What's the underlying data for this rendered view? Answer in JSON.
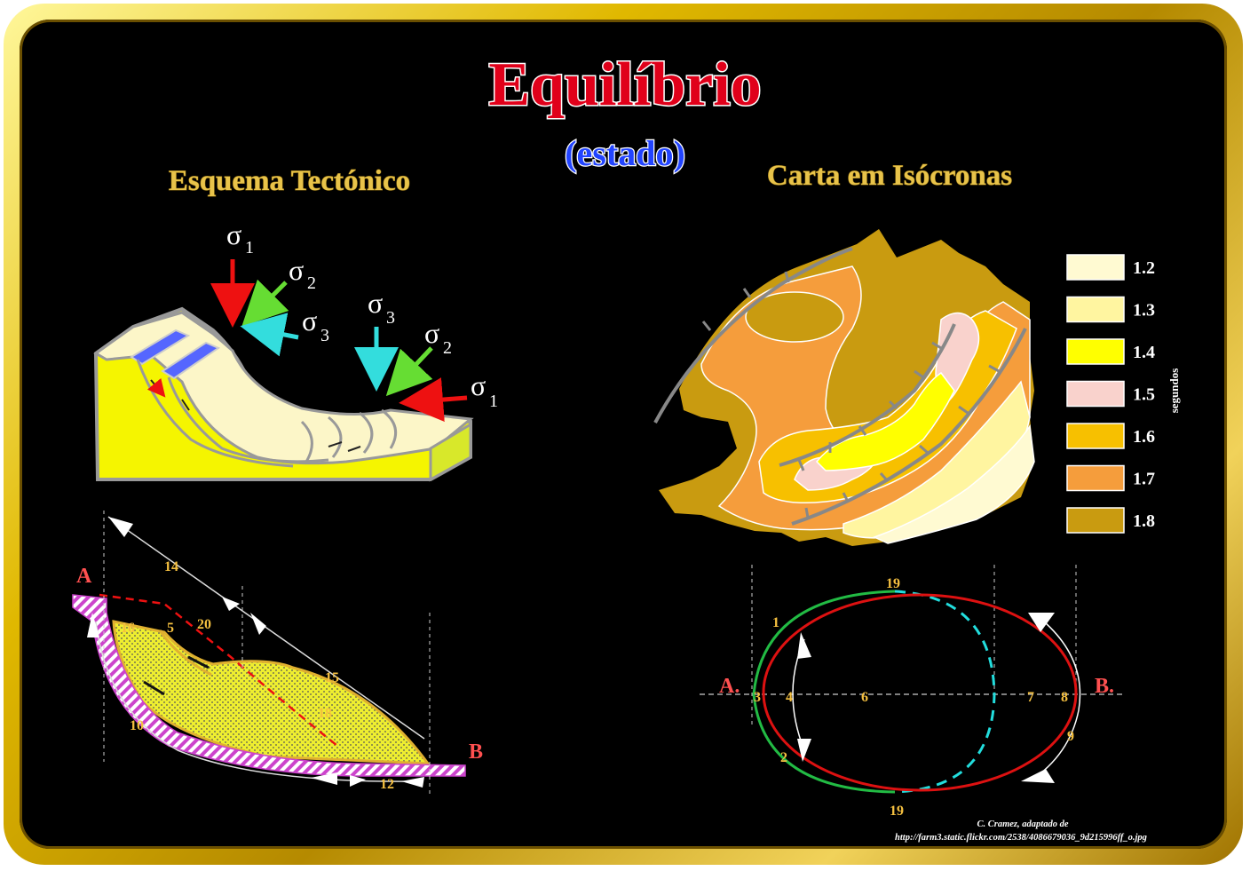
{
  "title": "Equilíbrio",
  "subtitle": "(estado)",
  "left_heading": "Esquema Tectónico",
  "right_heading": "Carta em Isócronas",
  "stress": {
    "symbol": "σ",
    "sub1": "1",
    "sub2": "2",
    "sub3": "3"
  },
  "section_labels": {
    "a": "A",
    "b": "B",
    "a_dot": "A.",
    "b_dot": "B."
  },
  "left_section_numbers": [
    "14",
    "16",
    "5",
    "20",
    "15",
    "18",
    "10",
    "12"
  ],
  "ellipse_numbers": [
    "19",
    "1",
    "3",
    "4",
    "6",
    "7",
    "8",
    "9",
    "2",
    "19"
  ],
  "legend": {
    "items": [
      {
        "label": "1.2",
        "color": "#fffad2"
      },
      {
        "label": "1.3",
        "color": "#fff5a0"
      },
      {
        "label": "1.4",
        "color": "#ffff00"
      },
      {
        "label": "1.5",
        "color": "#f9d2cc"
      },
      {
        "label": "1.6",
        "color": "#f7c000"
      },
      {
        "label": "1.7",
        "color": "#f59d3c"
      },
      {
        "label": "1.8",
        "color": "#c99b10"
      }
    ],
    "unit": "segundos"
  },
  "credit": {
    "line1": "C. Cramez, adaptado de",
    "line2": "http://farm3.static.flickr.com/2538/4086679036_9d215996ff_o.jpg"
  }
}
